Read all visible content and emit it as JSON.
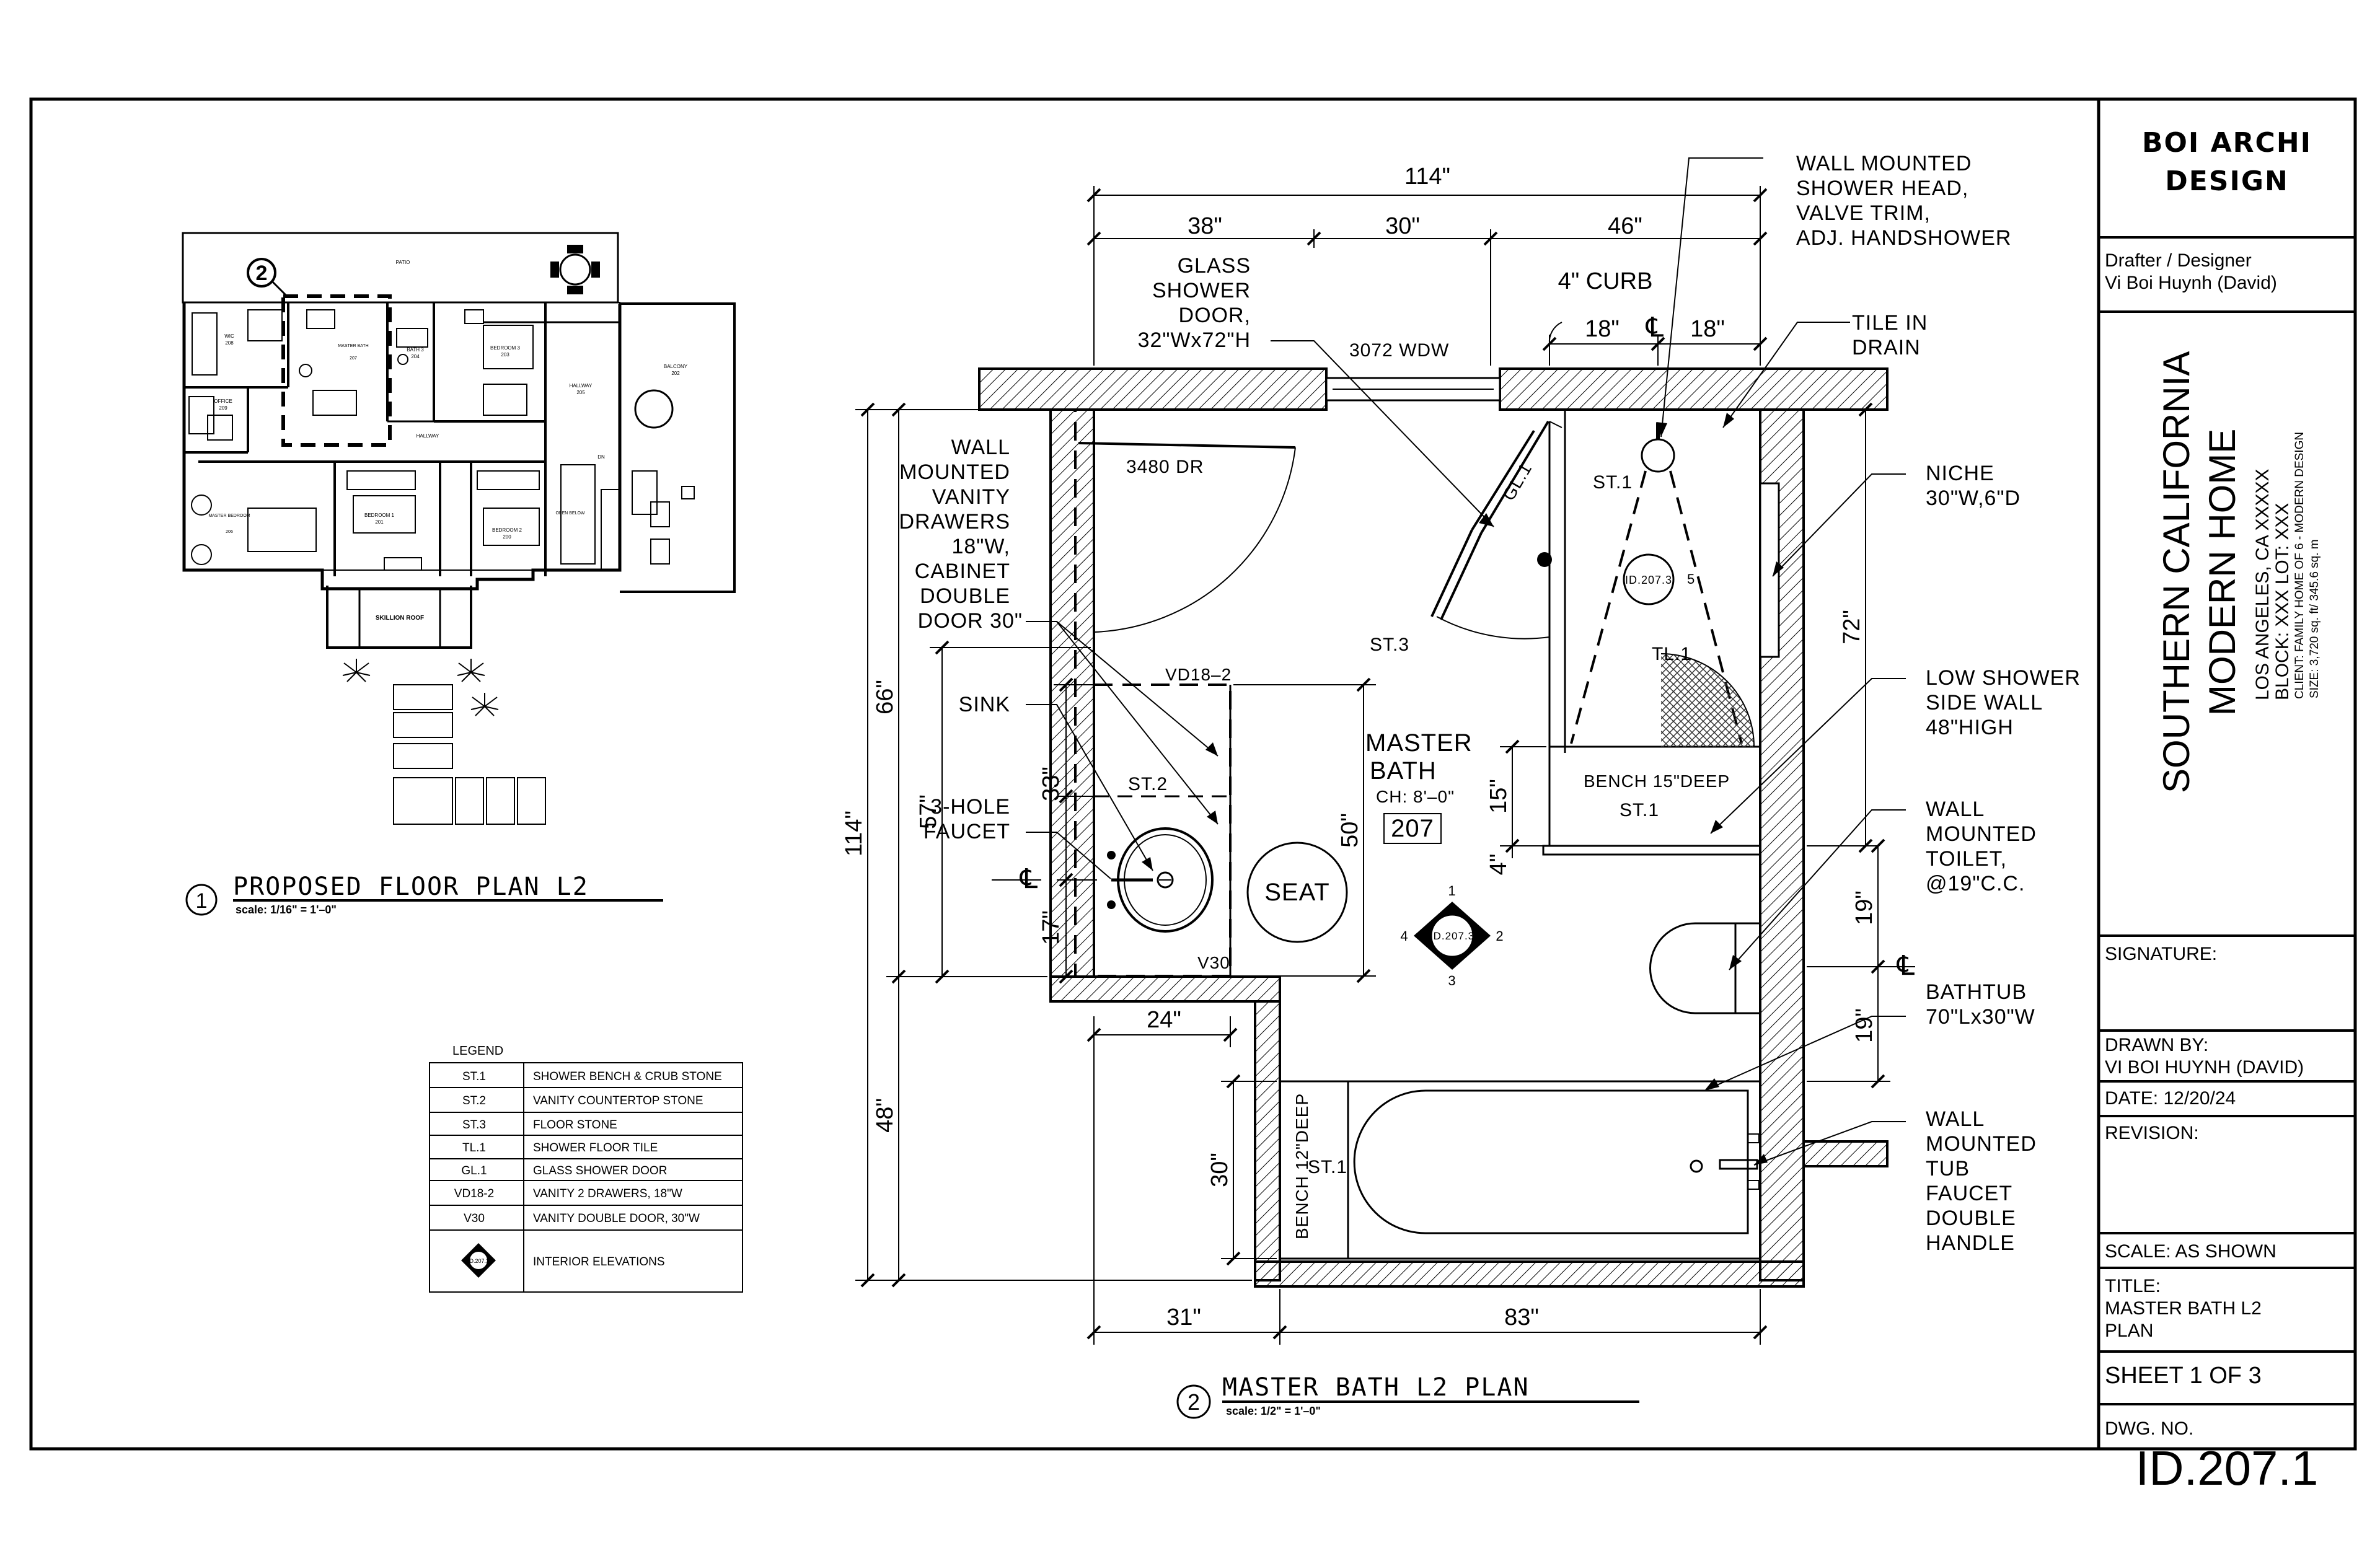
{
  "titleblock": {
    "firm_line1": "BOI ARCHI",
    "firm_line2": "DESIGN",
    "drafter_label": "Drafter / Designer",
    "drafter_name": "Vi Boi Huynh (David)",
    "project_line1": "SOUTHERN CALIFORNIA",
    "project_line2": "MODERN HOME",
    "location": "LOS ANGELES, CA XXXXX",
    "block_lot": "BLOCK: XXX        LOT: XXX",
    "client": "CLIENT: FAMILY HOME OF 6 - MODERN DESIGN",
    "size": "SIZE: 3,720 sq. ft/ 345.6 sq. m",
    "signature_label": "SIGNATURE:",
    "drawn_by_label": "DRAWN BY:",
    "drawn_by_name": "VI BOI HUYNH (DAVID)",
    "date": "DATE: 12/20/24",
    "revision_label": "REVISION:",
    "scale": "SCALE: AS SHOWN",
    "title_label": "TITLE:",
    "title_line1": "MASTER BATH L2",
    "title_line2": "PLAN",
    "sheet": "SHEET 1 OF 3",
    "dwg_label": "DWG. NO.",
    "dwg_no": "ID.207.1"
  },
  "floorplan": {
    "number": "1",
    "title": "PROPOSED FLOOR PLAN L2",
    "scale": "scale:  1/16\" = 1'–0\"",
    "callout": "2",
    "rooms": {
      "patio": "PATIO",
      "wic": "WIC",
      "wic_no": "208",
      "master_bath": "MASTER BATH",
      "master_bath_no": "207",
      "bath3": "BATH 3",
      "bath3_no": "204",
      "bedroom3": "BEDROOM 3",
      "bedroom3_no": "203",
      "hallway_right": "HALLWAY",
      "hallway_right_no": "205",
      "balcony": "BALCONY",
      "balcony_no": "202",
      "office": "OFFICE",
      "office_no": "209",
      "hallway": "HALLWAY",
      "master_bedroom": "MASTER BEDROOM",
      "master_bedroom_no": "206",
      "bedroom1": "BEDROOM 1",
      "bedroom1_no": "201",
      "bedroom2": "BEDROOM 2",
      "bedroom2_no": "200",
      "open_below": "OPEN BELOW",
      "dn": "DN",
      "skillion_roof": "SKILLION ROOF"
    }
  },
  "legend": {
    "title": "LEGEND",
    "rows": [
      {
        "code": "ST.1",
        "desc": "SHOWER BENCH & CRUB STONE"
      },
      {
        "code": "ST.2",
        "desc": "VANITY COUNTERTOP STONE"
      },
      {
        "code": "ST.3",
        "desc": "FLOOR STONE"
      },
      {
        "code": "TL.1",
        "desc": "SHOWER FLOOR TILE"
      },
      {
        "code": "GL.1",
        "desc": "GLASS SHOWER DOOR"
      },
      {
        "code": "VD18-2",
        "desc": "VANITY 2 DRAWERS, 18\"W"
      },
      {
        "code": "V30",
        "desc": "VANITY DOUBLE DOOR, 30\"W"
      },
      {
        "code": "",
        "desc": "INTERIOR ELEVATIONS"
      }
    ],
    "symbol_text": "ID.207.3"
  },
  "bath": {
    "number": "2",
    "title": "MASTER BATH L2 PLAN",
    "scale": "scale:  1/2\" = 1'–0\"",
    "dims": {
      "total_w": "114\"",
      "w38": "38\"",
      "w30": "30\"",
      "w46": "46\"",
      "curb": "4\" CURB",
      "w18a": "18\"",
      "w18b": "18\"",
      "cl": "℄",
      "total_h": "114\"",
      "h66": "66\"",
      "h48": "48\"",
      "h57": "57\"",
      "h33": "33\"",
      "h17": "17\"",
      "h50": "50\"",
      "h72": "72\"",
      "h15": "15\"",
      "h4": "4\"",
      "h19a": "19\"",
      "h19b": "19\"",
      "h30": "30\"",
      "w24": "24\"",
      "w31": "31\"",
      "w83": "83\""
    },
    "labels": {
      "glass_door": [
        "GLASS",
        "SHOWER",
        "DOOR,",
        "32\"Wx72\"H"
      ],
      "window": "3072 WDW",
      "door": "3480 DR",
      "vanity_drawers": [
        "WALL",
        "MOUNTED",
        "VANITY",
        "DRAWERS",
        "18\"W,",
        "CABINET",
        "DOUBLE",
        "DOOR 30\""
      ],
      "sink": "SINK",
      "faucet": [
        "3-HOLE",
        "FAUCET"
      ],
      "vd": "VD18–2",
      "st2": "ST.2",
      "v30": "V30",
      "seat": "SEAT",
      "room_name": [
        "MASTER",
        "BATH"
      ],
      "ceiling": "CH: 8'–0\"",
      "room_no": "207",
      "st3": "ST.3",
      "gl1": "GL.1",
      "st1_shower": "ST.1",
      "tl1": "TL.1",
      "elev": "ID.207.3",
      "elev_5": "5",
      "bench_shower": "BENCH 15\"DEEP",
      "st1_bench": "ST.1",
      "bench_tub": "BENCH 12\"DEEP",
      "st1_tub": "ST.1",
      "shower_head": [
        "WALL MOUNTED",
        "SHOWER HEAD,",
        "VALVE TRIM,",
        "ADJ. HANDSHOWER"
      ],
      "tile_drain": [
        "TILE IN",
        "DRAIN"
      ],
      "niche": [
        "NICHE",
        "30\"W,6\"D"
      ],
      "low_wall": [
        "LOW SHOWER",
        "SIDE WALL",
        "48\"HIGH"
      ],
      "toilet": [
        "WALL",
        "MOUNTED",
        "TOILET,",
        "@19\"C.C."
      ],
      "bathtub": [
        "BATHTUB",
        "70\"Lx30\"W"
      ],
      "tub_faucet": [
        "WALL",
        "MOUNTED",
        "TUB",
        "FAUCET",
        "DOUBLE",
        "HANDLE"
      ],
      "elev_marker": "ID.207.3",
      "elev_1": "1",
      "elev_2": "2",
      "elev_3": "3",
      "elev_4": "4"
    }
  }
}
